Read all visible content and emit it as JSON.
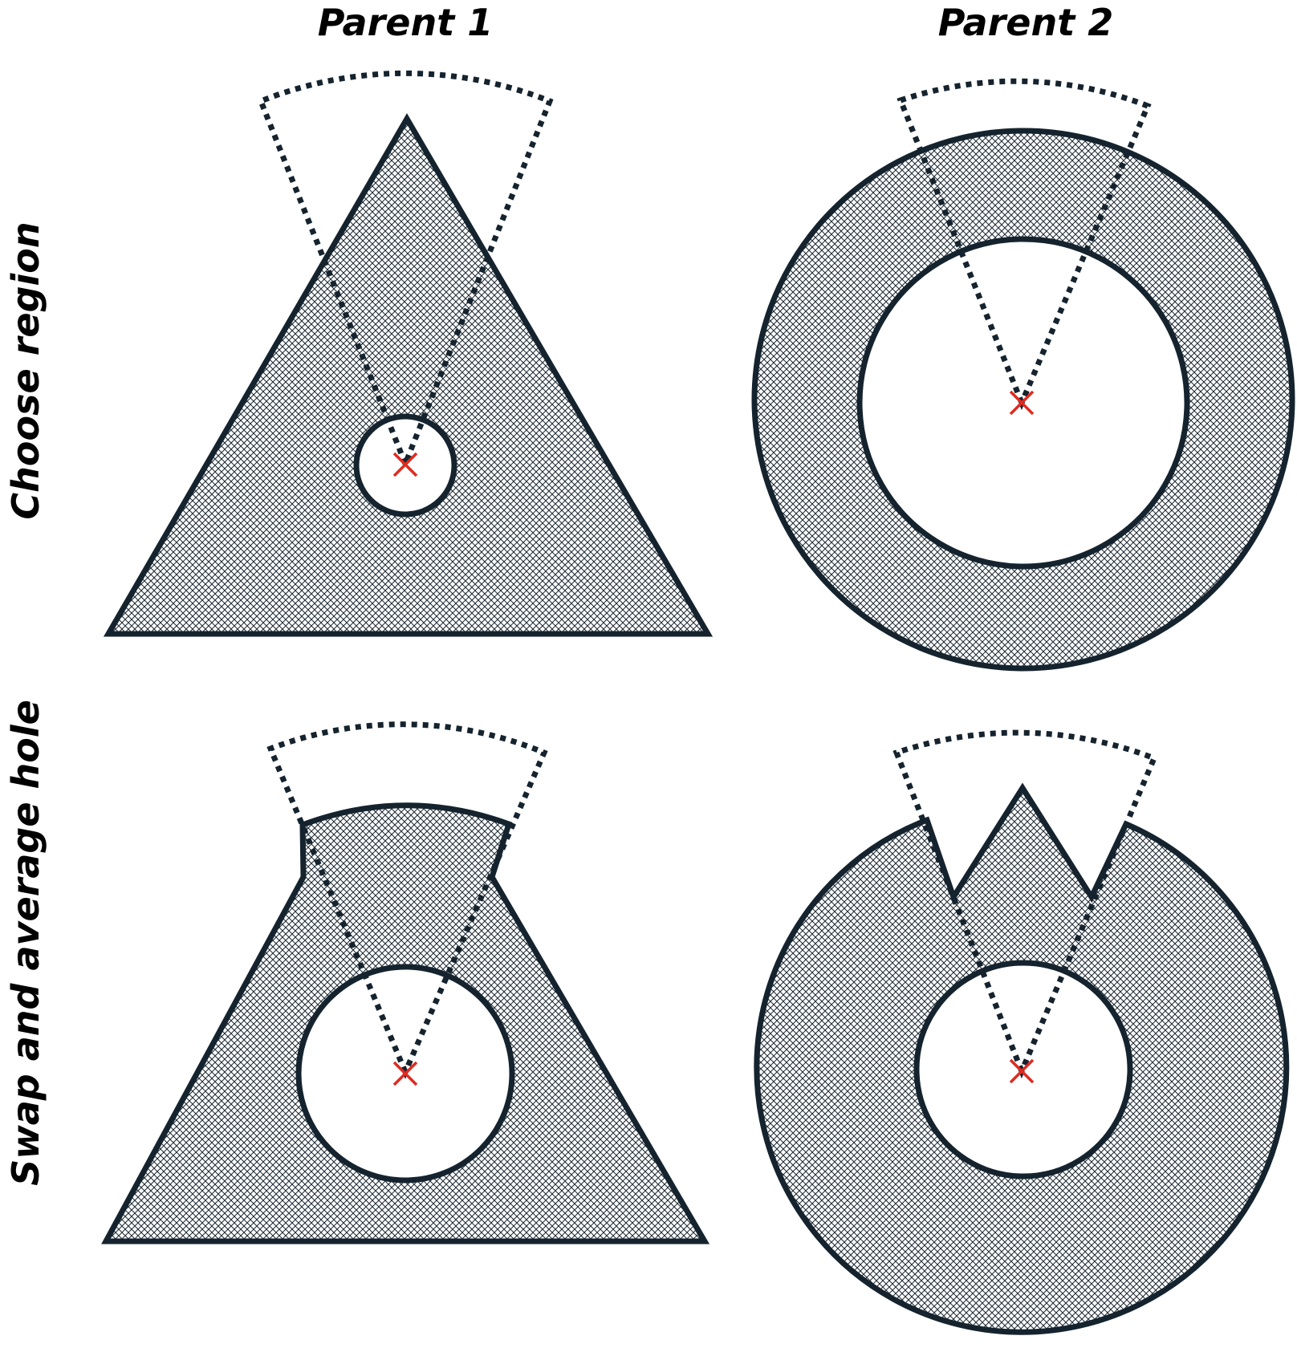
{
  "columns": {
    "left": "Parent 1",
    "right": "Parent 2"
  },
  "rows": {
    "top": "Choose region",
    "bottom": "Swap and average hole"
  },
  "colors": {
    "outline": "#15232e",
    "hatch": "#1a2630",
    "fill_background": "#ffffff",
    "center_marker": "#e02b20"
  }
}
